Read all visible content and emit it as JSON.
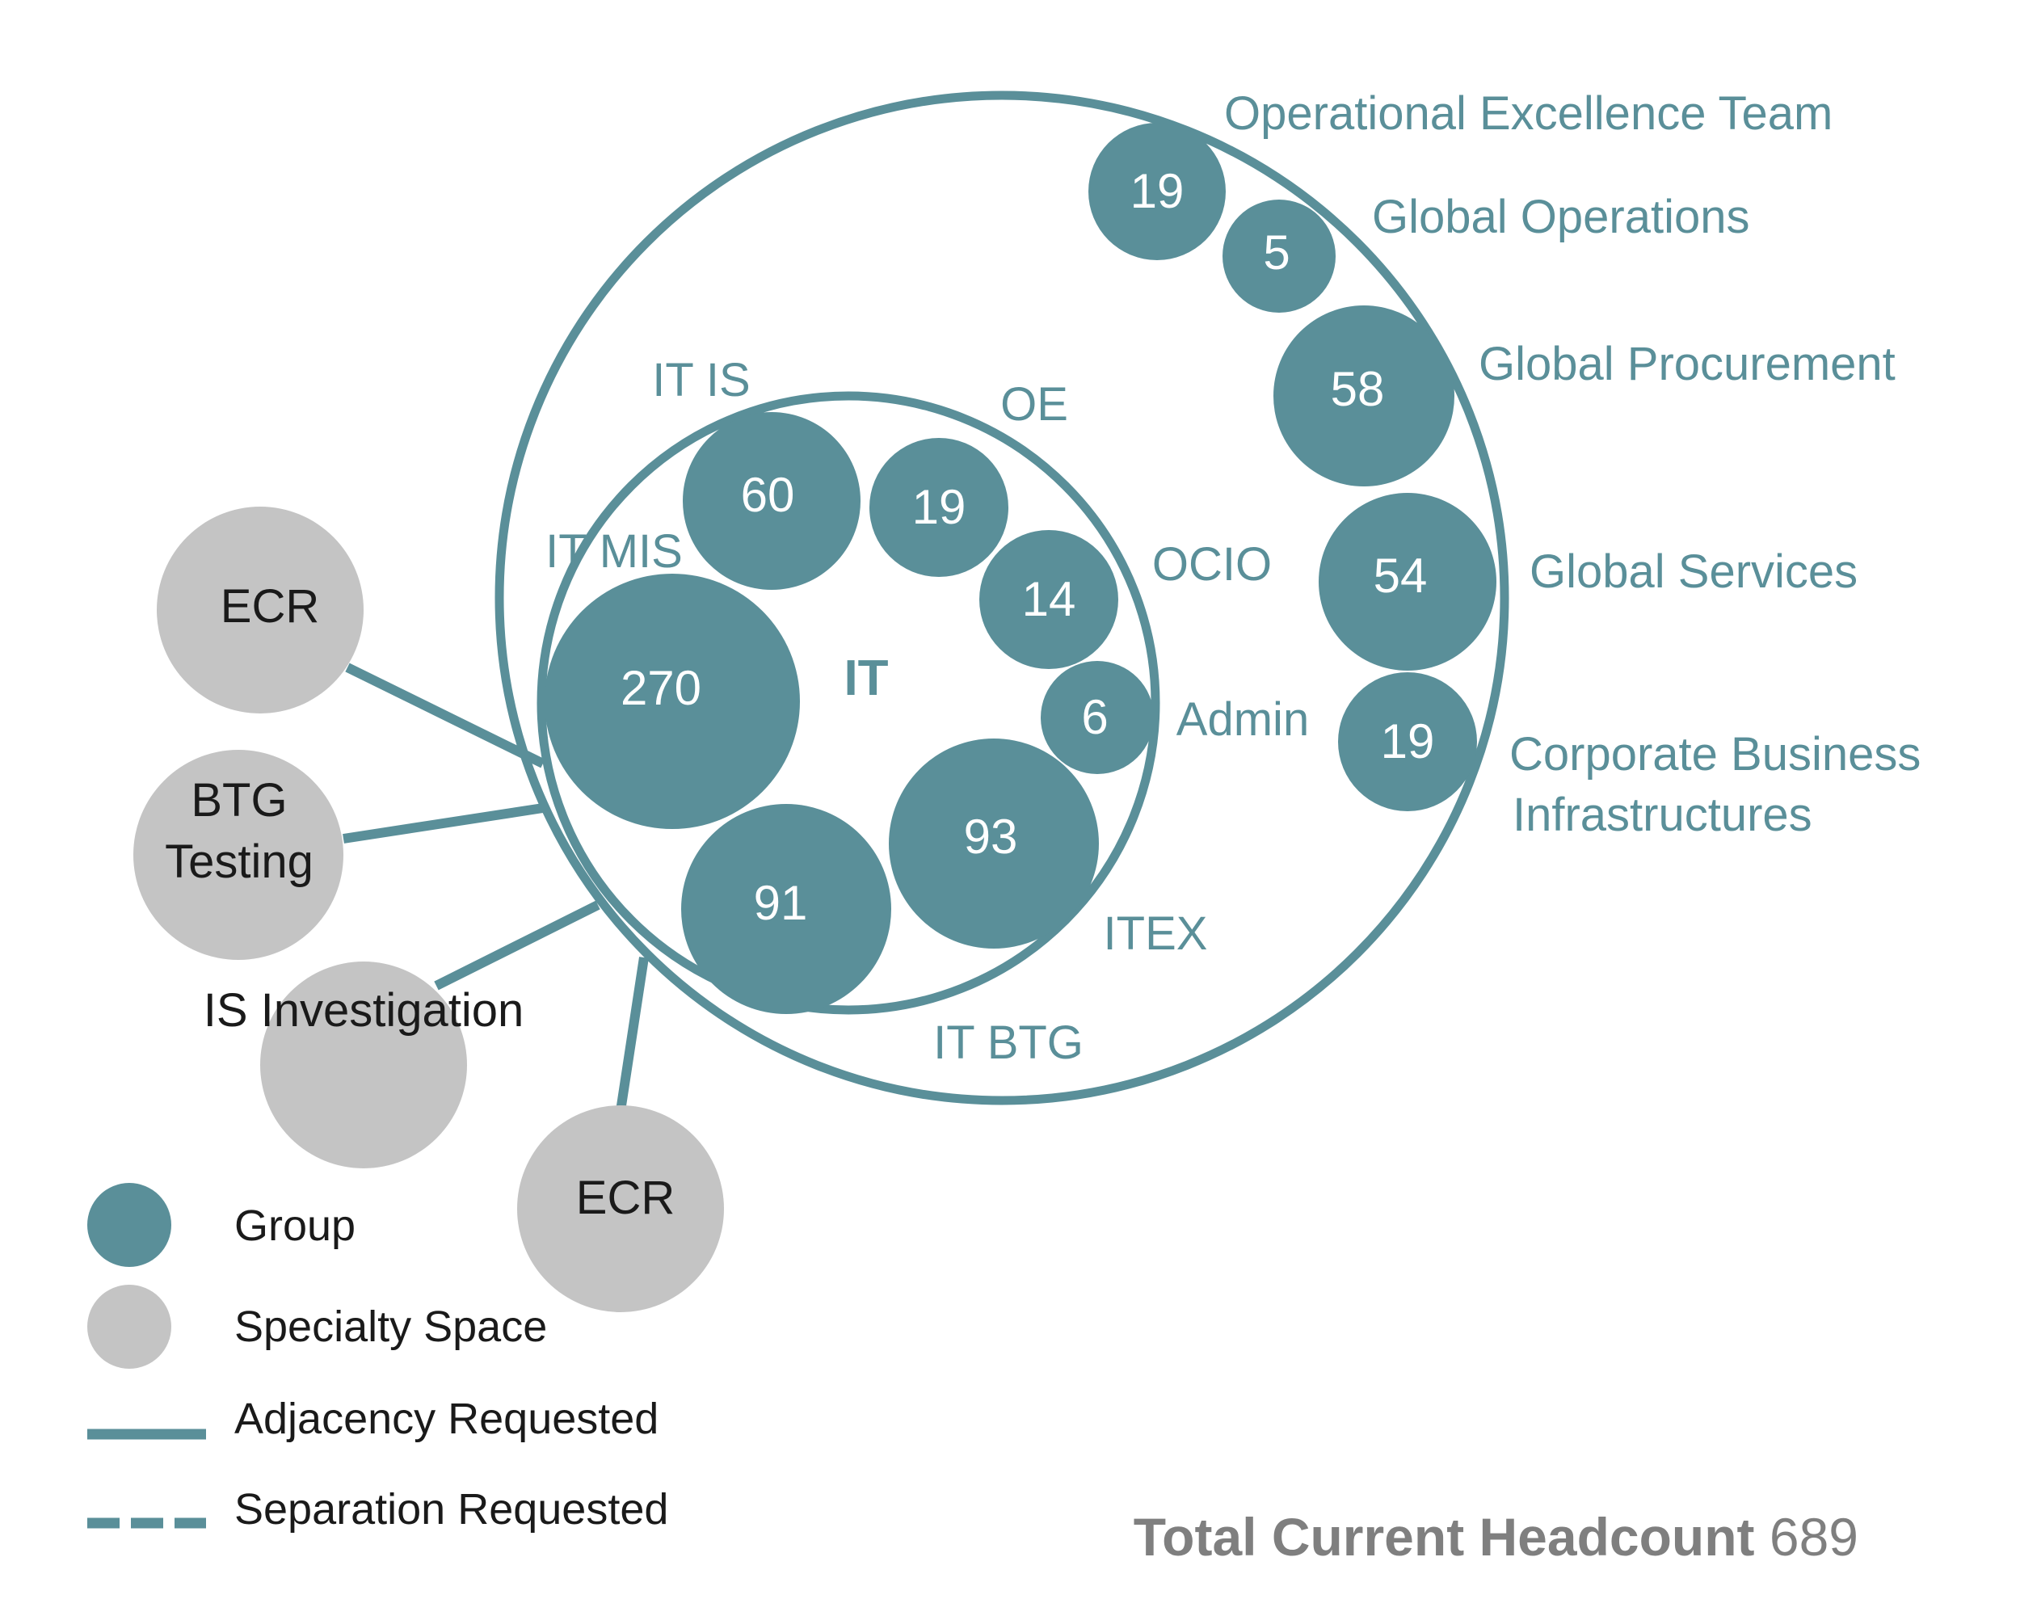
{
  "colors": {
    "group": "#5a8f99",
    "specialty": "#c4c4c4",
    "ring": "#5a8f99",
    "label_teal": "#5a8f99",
    "label_dark": "#1a1a1a",
    "total_gray": "#7f7f7f"
  },
  "inner_ring_label": "IT",
  "groups": [
    {
      "id": "it-is",
      "value": "60",
      "label": "IT IS"
    },
    {
      "id": "oe",
      "value": "19",
      "label": "OE"
    },
    {
      "id": "ocio",
      "value": "14",
      "label": "OCIO"
    },
    {
      "id": "admin",
      "value": "6",
      "label": "Admin"
    },
    {
      "id": "it-mis",
      "value": "270",
      "label": "IT MIS"
    },
    {
      "id": "itex",
      "value": "93",
      "label": "ITEX"
    },
    {
      "id": "it-btg",
      "value": "91",
      "label": "IT BTG"
    },
    {
      "id": "operational-excellence-team",
      "value": "19",
      "label": "Operational Excellence Team"
    },
    {
      "id": "global-operations",
      "value": "5",
      "label": "Global Operations"
    },
    {
      "id": "global-procurement",
      "value": "58",
      "label": "Global Procurement"
    },
    {
      "id": "global-services",
      "value": "54",
      "label": "Global Services"
    },
    {
      "id": "corporate-business-infrastructures",
      "value": "19",
      "label_line1": "Corporate Business",
      "label_line2": "Infrastructures"
    }
  ],
  "specialty_spaces": [
    {
      "id": "ecr-top",
      "label": "ECR"
    },
    {
      "id": "btg-testing",
      "label_line1": "BTG",
      "label_line2": "Testing"
    },
    {
      "id": "is-investigation",
      "label": "IS Investigation"
    },
    {
      "id": "ecr-bottom",
      "label": "ECR"
    }
  ],
  "legend": {
    "group": "Group",
    "specialty": "Specialty Space",
    "adjacency": "Adjacency Requested",
    "separation": "Separation Requested"
  },
  "total": {
    "label": "Total Current Headcount",
    "value": "689"
  }
}
